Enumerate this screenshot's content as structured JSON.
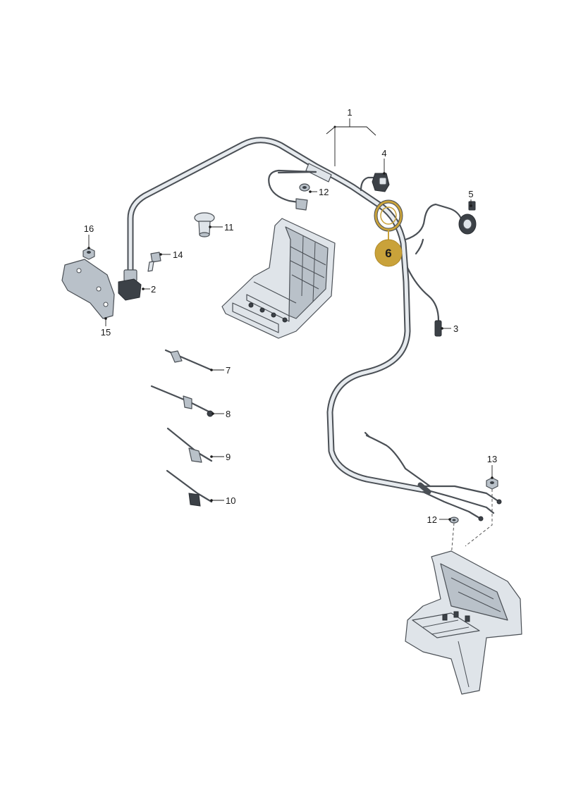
{
  "diagram": {
    "callouts": [
      {
        "id": "c1",
        "text": "1"
      },
      {
        "id": "c2",
        "text": "2"
      },
      {
        "id": "c3",
        "text": "3"
      },
      {
        "id": "c4",
        "text": "4"
      },
      {
        "id": "c5",
        "text": "5"
      },
      {
        "id": "c7",
        "text": "7"
      },
      {
        "id": "c8",
        "text": "8"
      },
      {
        "id": "c9",
        "text": "9"
      },
      {
        "id": "c10",
        "text": "10"
      },
      {
        "id": "c11",
        "text": "11"
      },
      {
        "id": "c12a",
        "text": "12"
      },
      {
        "id": "c12b",
        "text": "12"
      },
      {
        "id": "c13",
        "text": "13"
      },
      {
        "id": "c14",
        "text": "14"
      },
      {
        "id": "c15",
        "text": "15"
      },
      {
        "id": "c16",
        "text": "16"
      }
    ],
    "highlight": {
      "text": "6",
      "color": "#c9a23a"
    },
    "colors": {
      "line": "#4a4f55",
      "fill": "#dfe4e9",
      "accent": "#c9a23a"
    }
  }
}
